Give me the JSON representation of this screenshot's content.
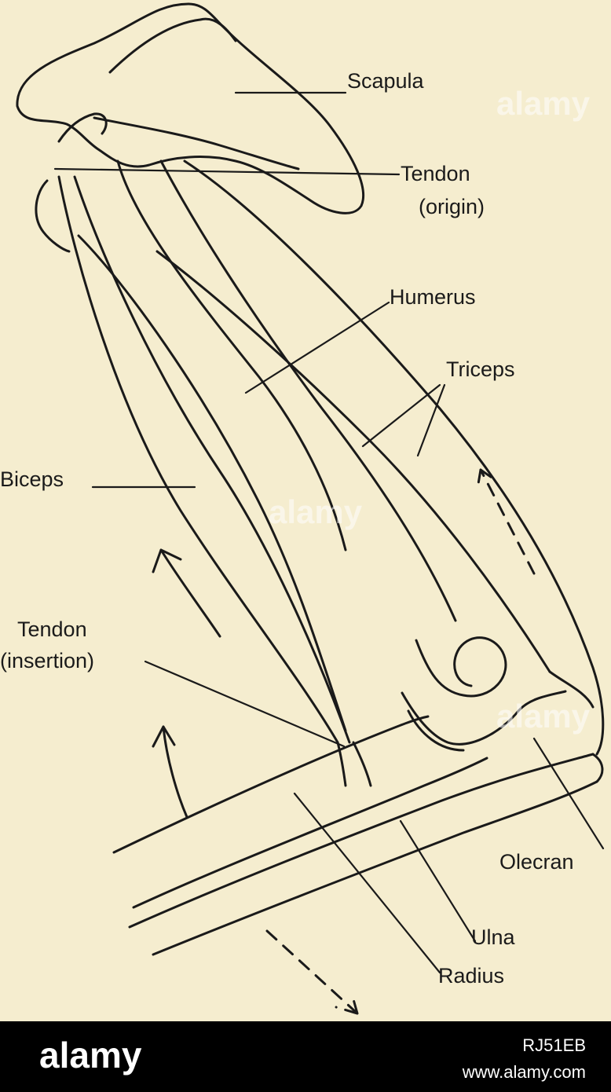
{
  "labels": {
    "scapula": "Scapula",
    "tendon_origin_1": "Tendon",
    "tendon_origin_2": "(origin)",
    "humerus": "Humerus",
    "triceps": "Triceps",
    "biceps": "Biceps",
    "tendon_insertion_1": "Tendon",
    "tendon_insertion_2": "(insertion)",
    "olecranon": "Olecran",
    "ulna": "Ulna",
    "radius": "Radius"
  },
  "watermark": {
    "text": "alamy"
  },
  "footer": {
    "brand": "alamy",
    "image_id": "RJ51EB",
    "site": "www.alamy.com"
  },
  "colors": {
    "paper": "#f5edcf",
    "ink": "#1a1a1a",
    "footer": "#000000"
  }
}
